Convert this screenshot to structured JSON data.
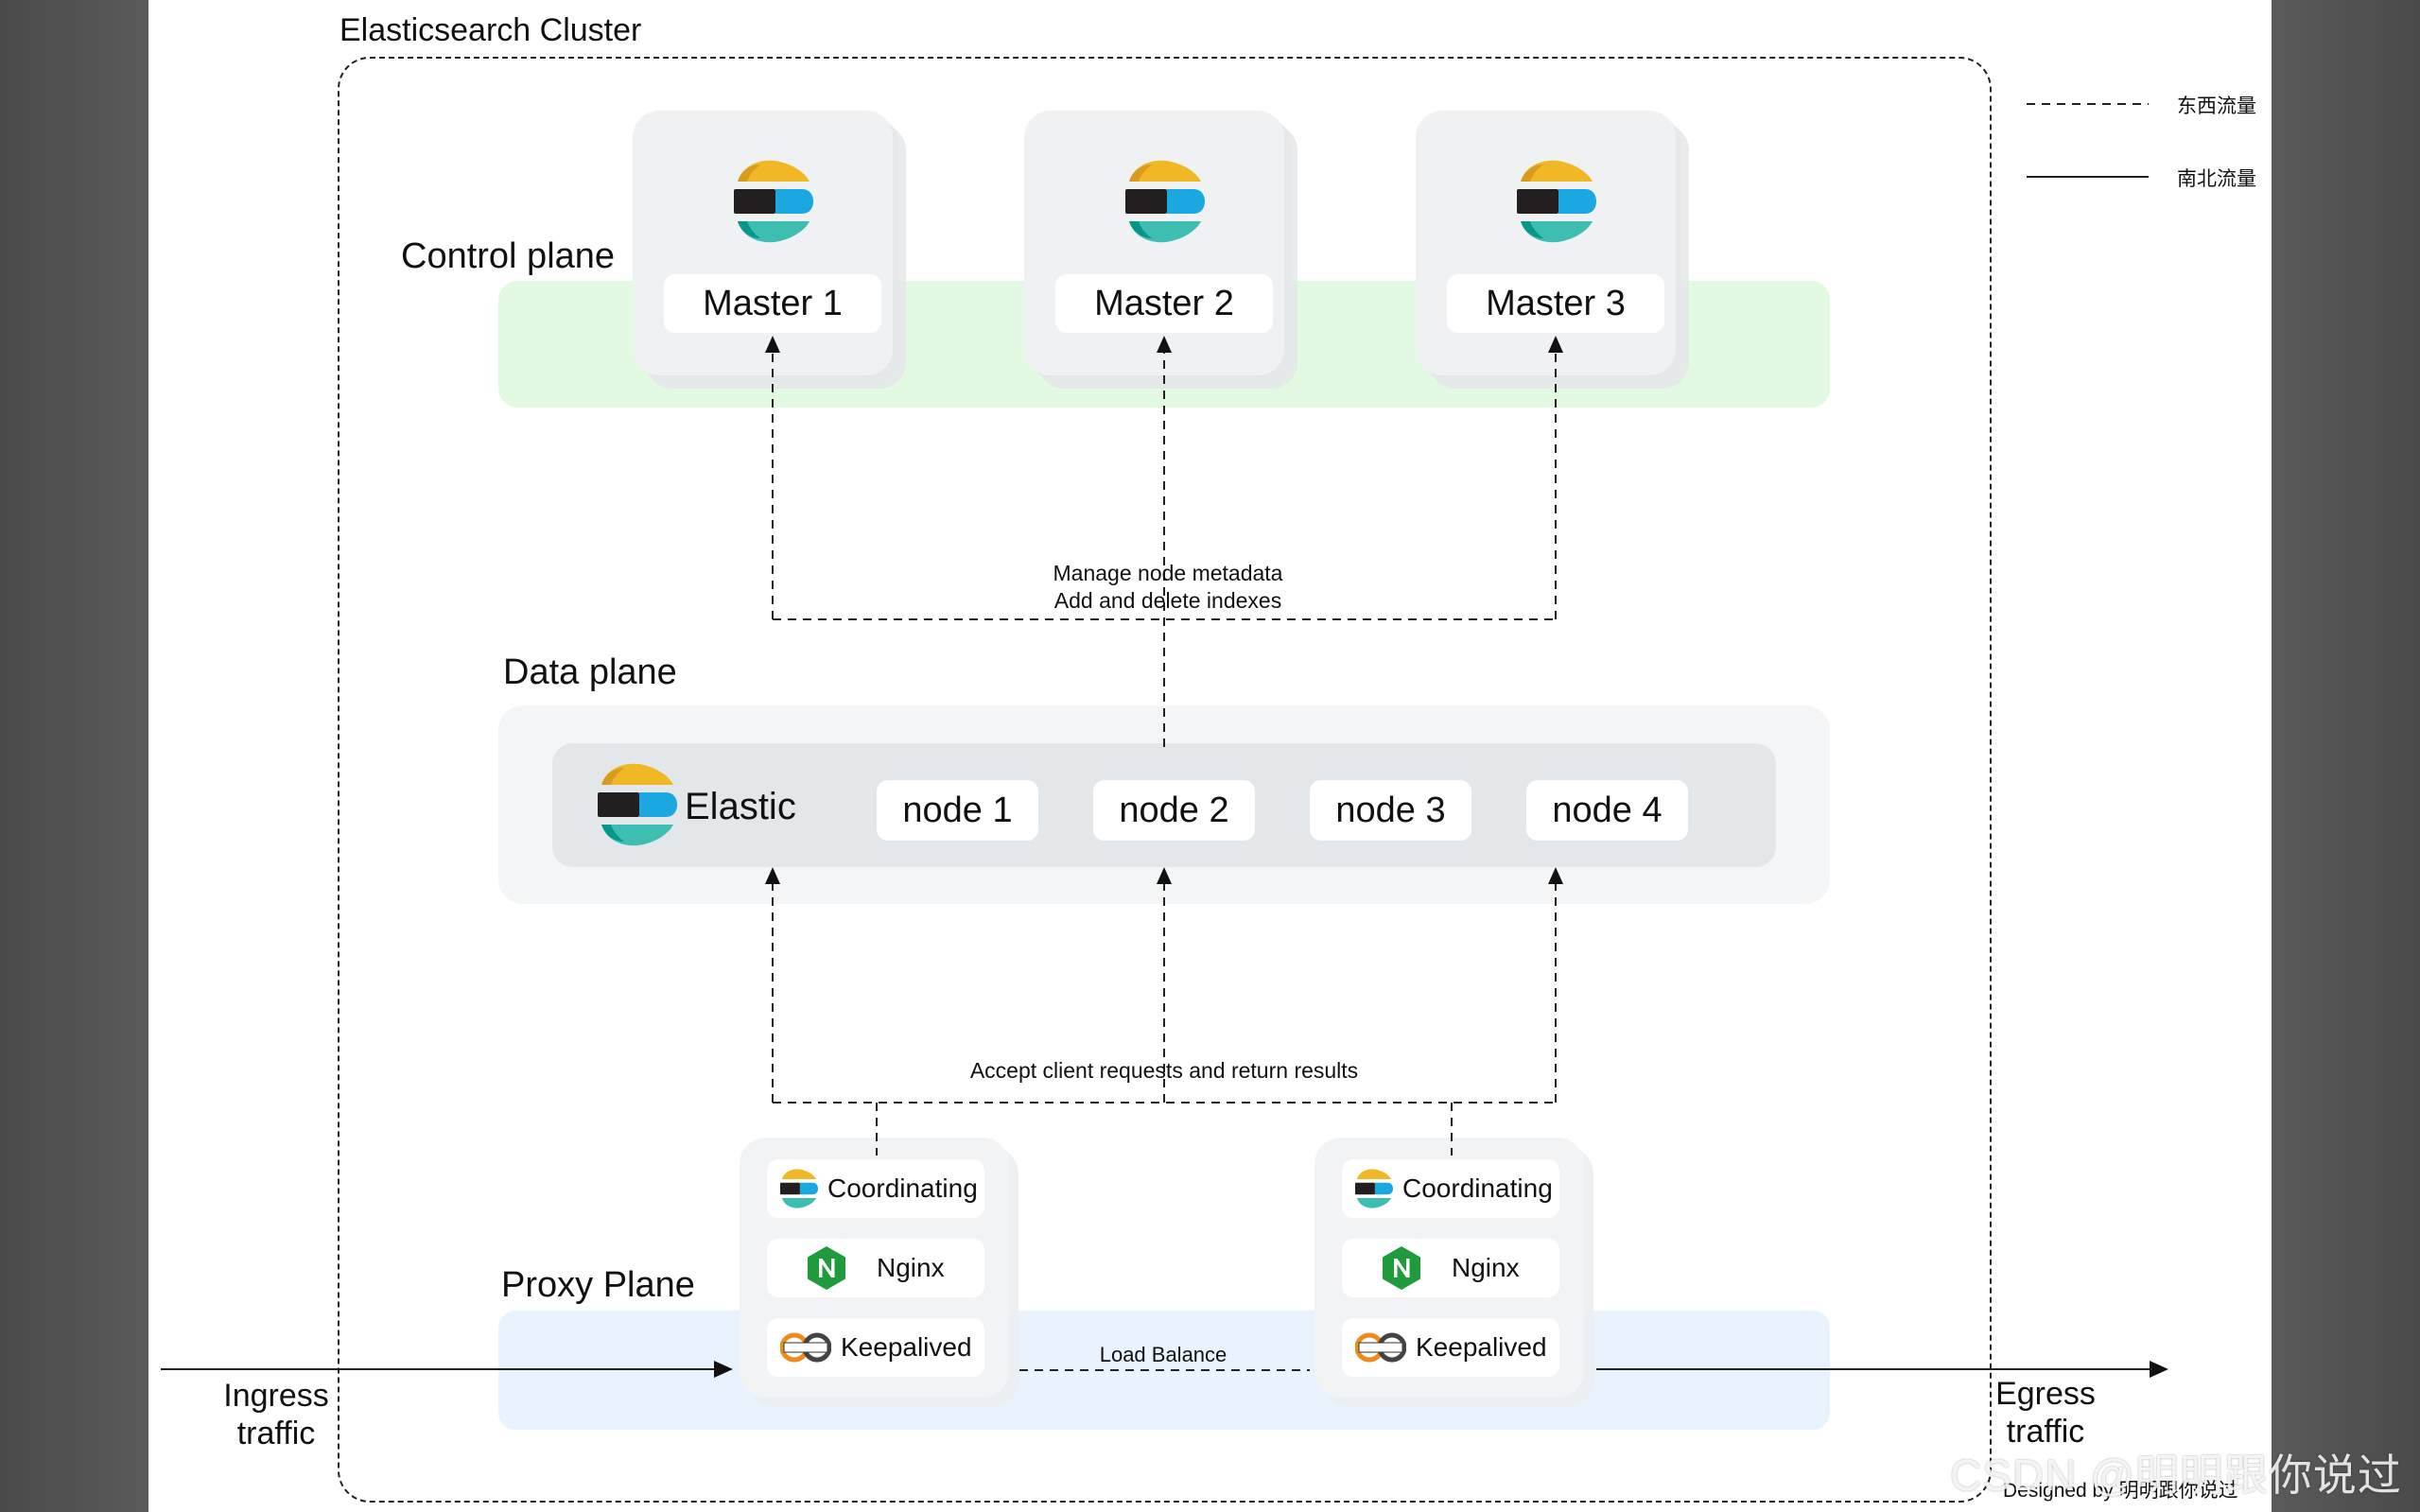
{
  "cluster": {
    "title": "Elasticsearch Cluster"
  },
  "legend": {
    "dashed_label": "东西流量",
    "solid_label": "南北流量"
  },
  "control_plane": {
    "label": "Control plane",
    "masters": [
      "Master 1",
      "Master 2",
      "Master 3"
    ]
  },
  "manage_note": {
    "line1": "Manage node metadata",
    "line2": "Add and delete indexes"
  },
  "data_plane": {
    "label": "Data plane",
    "brand": "Elastic",
    "nodes": [
      "node 1",
      "node 2",
      "node 3",
      "node 4"
    ]
  },
  "client_note": "Accept client requests and return results",
  "proxy_plane": {
    "label": "Proxy Plane",
    "stacks": [
      {
        "coordinating": "Coordinating",
        "nginx": "Nginx",
        "keepalived": "Keepalived"
      },
      {
        "coordinating": "Coordinating",
        "nginx": "Nginx",
        "keepalived": "Keepalived"
      }
    ],
    "load_balance": "Load Balance"
  },
  "ingress": {
    "line1": "Ingress",
    "line2": "traffic"
  },
  "egress": {
    "line1": "Egress",
    "line2": "traffic"
  },
  "watermark": "CSDN @明明跟你说过",
  "designed_by": "Designed by 明明跟你说过",
  "colors": {
    "control_band": "#e2f9e2",
    "data_band": "#f3f5f7",
    "proxy_band": "#e8f3fd",
    "elastic_yellow": "#f0b824",
    "elastic_blue": "#1ba7e0",
    "elastic_teal": "#3ebeb0",
    "nginx_green": "#1f9b3c"
  },
  "icons": [
    "elastic-logo-icon",
    "nginx-icon",
    "keepalived-icon"
  ]
}
